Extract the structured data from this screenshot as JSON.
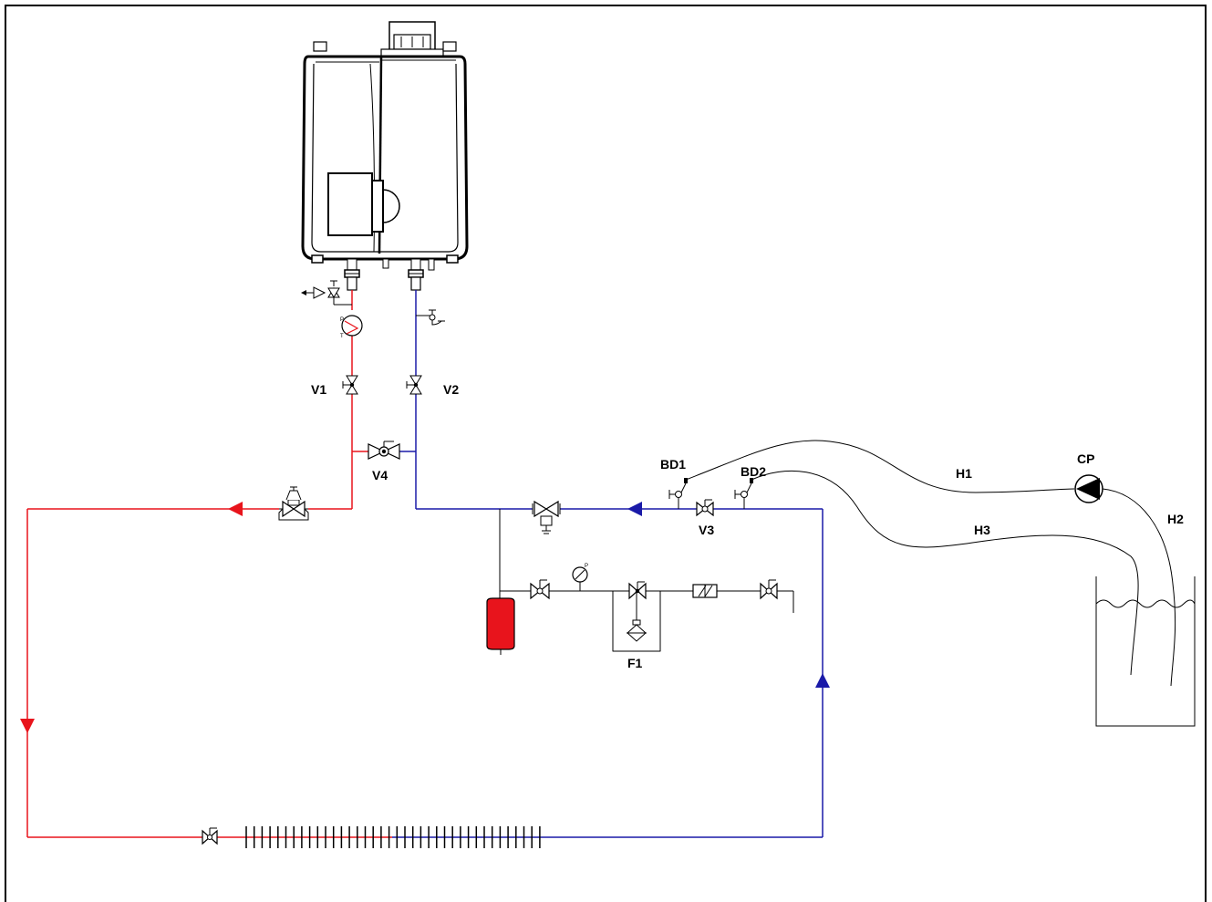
{
  "labels": {
    "v1": "V1",
    "v2": "V2",
    "v3": "V3",
    "v4": "V4",
    "bd1": "BD1",
    "bd2": "BD2",
    "cp": "CP",
    "h1": "H1",
    "h2": "H2",
    "h3": "H3",
    "f1": "F1"
  },
  "colors": {
    "supply": "#e8141c",
    "return": "#1a1aa8",
    "expansion_vessel": "#e8141c",
    "frame": "#000000"
  }
}
